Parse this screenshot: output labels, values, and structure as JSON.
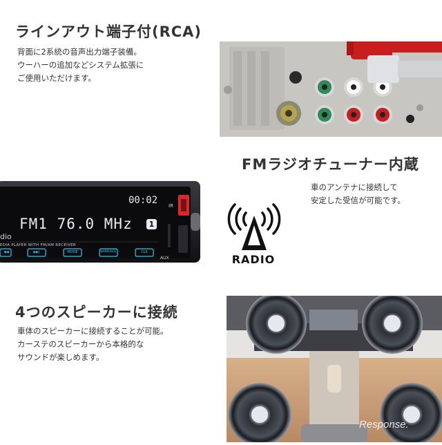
{
  "sections": {
    "rca": {
      "title": "ラインアウト端子付(RCA)",
      "lines": [
        "背面に2系統の音声出力端子装備。",
        "ウーハーの追加などシステム拡張に",
        "ご使用いただけます。"
      ]
    },
    "fm": {
      "title": "FMラジオチューナー内蔵",
      "lines": [
        "車のアンテナに接続して",
        "安定した受信が可能です。"
      ]
    },
    "speaker": {
      "title": "4つのスピーカーに接続",
      "lines": [
        "車体のスピーカーに接続することが可能。",
        "カーステのスピーカーから本格的な",
        "サウンドが楽しめます。"
      ]
    }
  },
  "radio_unit": {
    "clock": "00:02",
    "ir_label": "IR",
    "display": "FM1 76.0 MHz",
    "preset": "1",
    "left_text": "dio",
    "strip_text": "EDIA PLAYER WITH FM/AM RECEIVER",
    "buttons": [
      "◀◀",
      "▶▶|",
      "MODE",
      "BAND/LOC",
      "CLK"
    ],
    "aux_label": "AUX"
  },
  "radio_icon": {
    "label": "RADIO"
  },
  "watermark": "Response.",
  "colors": {
    "display_bg": "#0b0b0e",
    "display_text": "#e8ecf2",
    "button_cyan": "#29c7e6",
    "usb_red": "#d9282e",
    "rca_red": "#c81e1e",
    "rca_white": "#d8dadd",
    "jack_green": "#2e8b57"
  }
}
